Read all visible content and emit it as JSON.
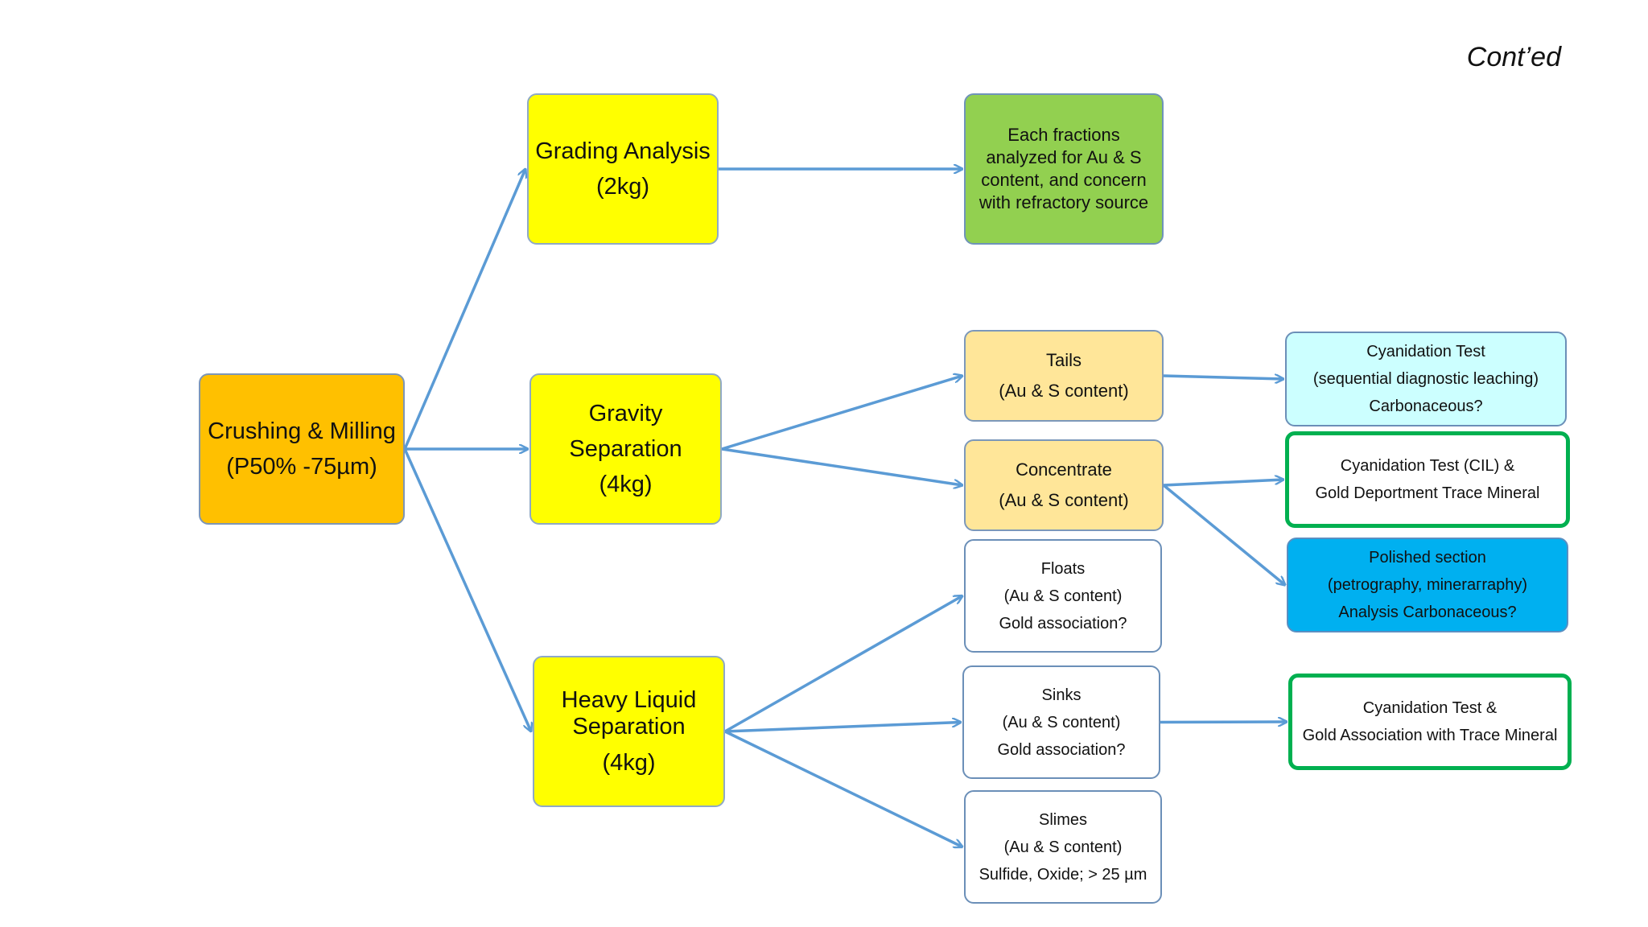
{
  "corner_label": "Cont’ed",
  "colors": {
    "arrow": "#5b9bd5",
    "yellow": "#ffff00",
    "orange": "#ffc000",
    "green": "#92d050",
    "peach": "#ffe699",
    "cyan": "#ccffff",
    "blue": "#00b0f0",
    "green_outline": "#00b050"
  },
  "nodes": {
    "crushing": {
      "lines": [
        "Crushing & Milling",
        "(P50% -75µm)"
      ]
    },
    "grading": {
      "lines": [
        "Grading Analysis",
        "(2kg)"
      ]
    },
    "gravity": {
      "lines": [
        "Gravity Separation",
        "(4kg)"
      ]
    },
    "hls": {
      "lines": [
        "Heavy Liquid",
        "Separation",
        "(4kg)"
      ]
    },
    "fractions": {
      "lines": [
        "Each fractions",
        "analyzed for Au & S",
        "content, and concern",
        "with refractory source"
      ]
    },
    "tails": {
      "lines": [
        "Tails",
        "(Au & S content)"
      ]
    },
    "concentrate": {
      "lines": [
        "Concentrate",
        "(Au & S content)"
      ]
    },
    "floats": {
      "lines": [
        "Floats",
        "(Au & S content)",
        "Gold association?"
      ]
    },
    "sinks": {
      "lines": [
        "Sinks",
        "(Au & S content)",
        "Gold association?"
      ]
    },
    "slimes": {
      "lines": [
        "Slimes",
        "(Au & S content)",
        "Sulfide, Oxide; > 25 µm"
      ]
    },
    "cyan_seq": {
      "lines": [
        "Cyanidation Test",
        "(sequential diagnostic leaching)",
        "Carbonaceous?"
      ]
    },
    "cyan_cil": {
      "lines": [
        "Cyanidation Test (CIL) &",
        "Gold Deportment Trace Mineral"
      ]
    },
    "polished": {
      "lines": [
        "Polished section",
        "(petrography, minerагraphy)",
        "Analysis Carbonaceous?"
      ]
    },
    "cyan_assoc": {
      "lines": [
        "Cyanidation Test  &",
        "Gold Association with Trace Mineral"
      ]
    }
  },
  "edges": [
    [
      "crushing",
      "grading"
    ],
    [
      "crushing",
      "gravity"
    ],
    [
      "crushing",
      "hls"
    ],
    [
      "grading",
      "fractions"
    ],
    [
      "gravity",
      "tails"
    ],
    [
      "gravity",
      "concentrate"
    ],
    [
      "hls",
      "floats"
    ],
    [
      "hls",
      "sinks"
    ],
    [
      "hls",
      "slimes"
    ],
    [
      "tails",
      "cyan_seq"
    ],
    [
      "concentrate",
      "cyan_cil"
    ],
    [
      "concentrate",
      "polished"
    ],
    [
      "sinks",
      "cyan_assoc"
    ]
  ]
}
